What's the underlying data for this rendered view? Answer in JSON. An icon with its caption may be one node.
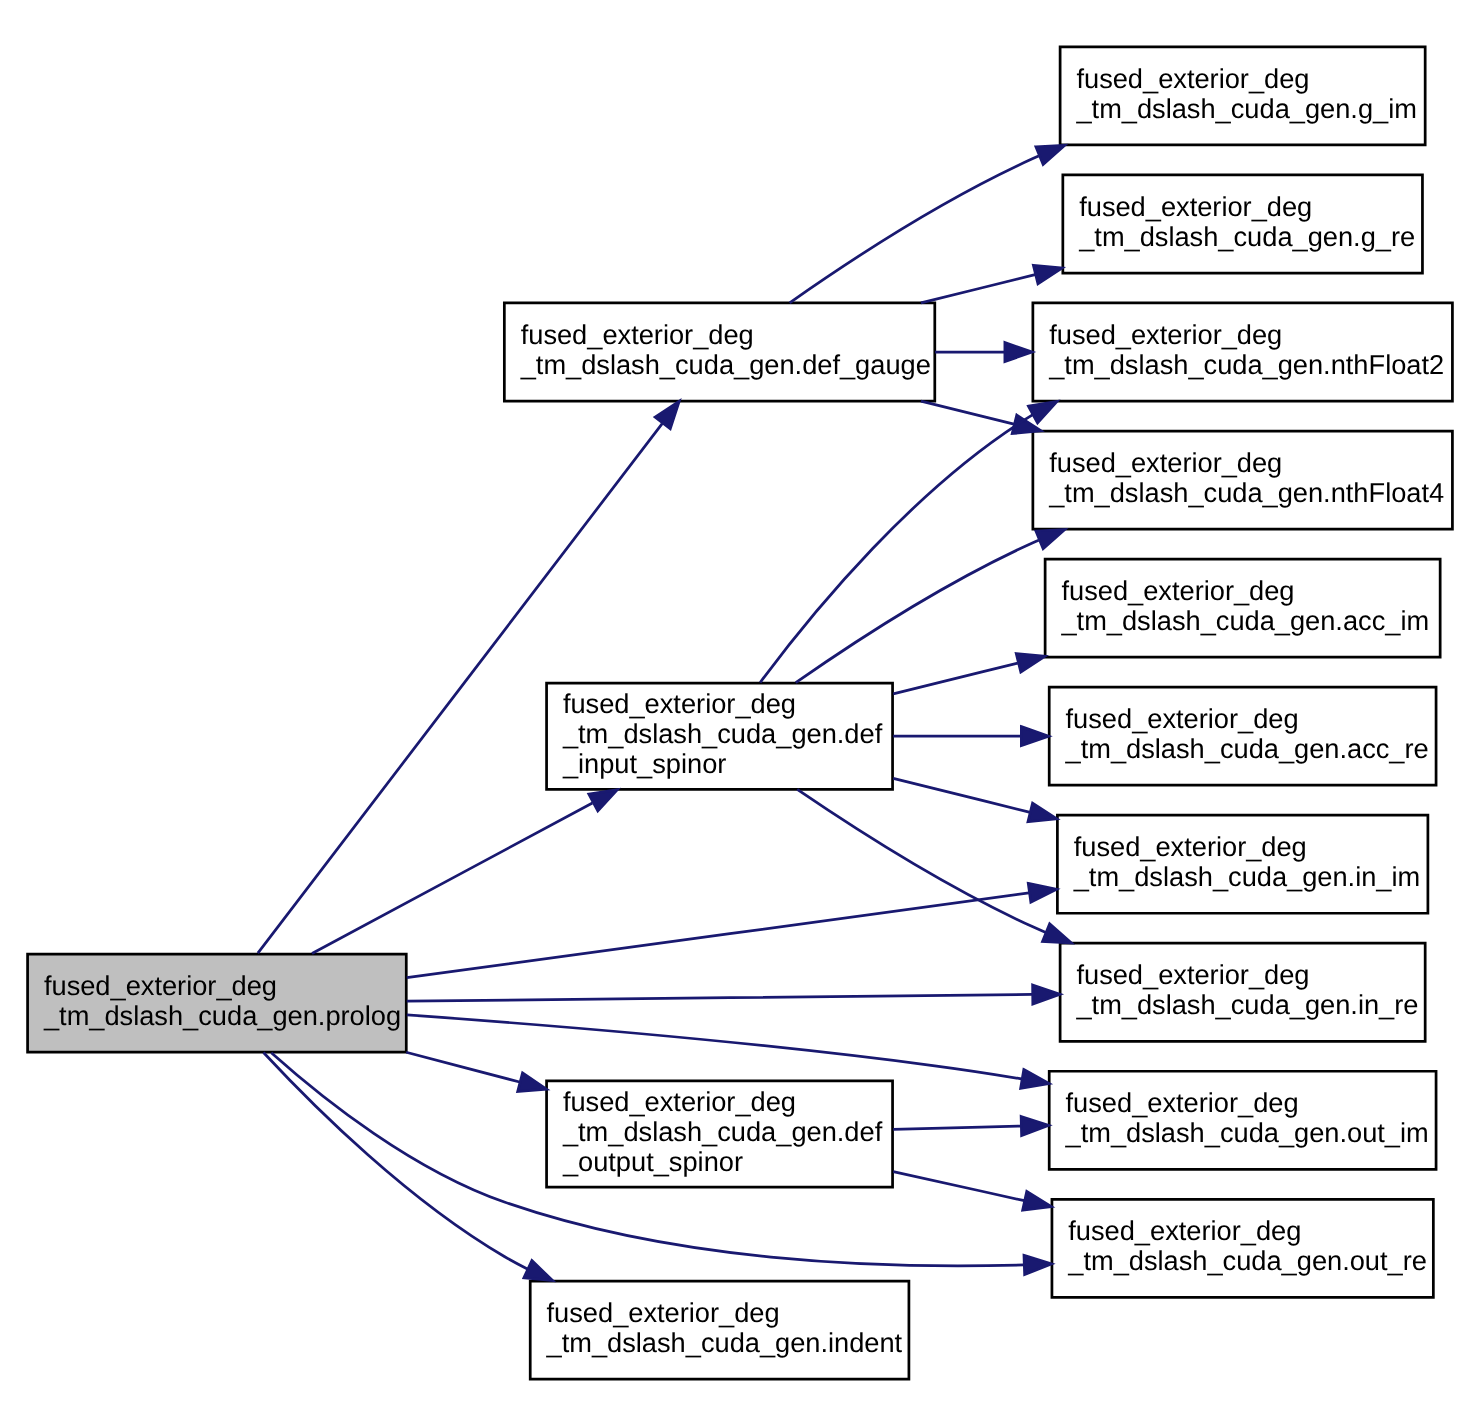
{
  "diagram": {
    "nodes": [
      {
        "text": [
          "fused_exterior_deg _tm_dslash_cuda_gen.prolog"
        ]
      },
      {
        "text": [
          "fused_exterior_deg _tm_dslash_cuda_gen.def_gauge"
        ]
      },
      {
        "text": [
          "fused_exterior_deg _tm_dslash_cuda_gen.g_im"
        ]
      },
      {
        "text": [
          "fused_exterior_deg _tm_dslash_cuda_gen.g_re"
        ]
      },
      {
        "text": [
          "fused_exterior_deg _tm_dslash_cuda_gen.nthFloat2"
        ]
      },
      {
        "text": [
          "fused_exterior_deg _tm_dslash_cuda_gen.nthFloat4"
        ]
      },
      {
        "text": [
          "fused_exterior_deg _tm_dslash_cuda_gen.def _input_spinor"
        ]
      },
      {
        "text": [
          "fused_exterior_deg _tm_dslash_cuda_gen.acc_im"
        ]
      },
      {
        "text": [
          "fused_exterior_deg _tm_dslash_cuda_gen.acc_re"
        ]
      },
      {
        "text": [
          "fused_exterior_deg _tm_dslash_cuda_gen.in_im"
        ]
      },
      {
        "text": [
          "fused_exterior_deg _tm_dslash_cuda_gen.in_re"
        ]
      },
      {
        "text": [
          "fused_exterior_deg _tm_dslash_cuda_gen.def _output_spinor"
        ]
      },
      {
        "text": [
          "fused_exterior_deg _tm_dslash_cuda_gen.out_im"
        ]
      },
      {
        "text": [
          "fused_exterior_deg _tm_dslash_cuda_gen.out_re"
        ]
      },
      {
        "text": [
          "fused_exterior_deg _tm_dslash_cuda_gen.indent"
        ]
      }
    ],
    "edges": [
      {
        "from": 0,
        "to": 1,
        "arrow": "to"
      },
      {
        "from": 1,
        "to": 2,
        "arrow": "to"
      },
      {
        "from": 1,
        "to": 3,
        "arrow": "to"
      },
      {
        "from": 1,
        "to": 4,
        "arrow": "to"
      },
      {
        "from": 1,
        "to": 5,
        "arrow": "to"
      },
      {
        "from": 0,
        "to": 6,
        "arrow": "to"
      },
      {
        "from": 6,
        "to": 4,
        "arrow": "to"
      },
      {
        "from": 6,
        "to": 5,
        "arrow": "to"
      },
      {
        "from": 6,
        "to": 7,
        "arrow": "to"
      },
      {
        "from": 6,
        "to": 8,
        "arrow": "to"
      },
      {
        "from": 6,
        "to": 9,
        "arrow": "to"
      },
      {
        "from": 6,
        "to": 10,
        "arrow": "to"
      },
      {
        "from": 0,
        "to": 9,
        "arrow": "to"
      },
      {
        "from": 0,
        "to": 10,
        "arrow": "to"
      },
      {
        "from": 0,
        "to": 11,
        "arrow": "to"
      },
      {
        "from": 11,
        "to": 12,
        "arrow": "to"
      },
      {
        "from": 11,
        "to": 13,
        "arrow": "to"
      },
      {
        "from": 0,
        "to": 12,
        "arrow": "to"
      },
      {
        "from": 0,
        "to": 13,
        "arrow": "to"
      },
      {
        "from": 0,
        "to": 14,
        "arrow": "to"
      }
    ]
  }
}
